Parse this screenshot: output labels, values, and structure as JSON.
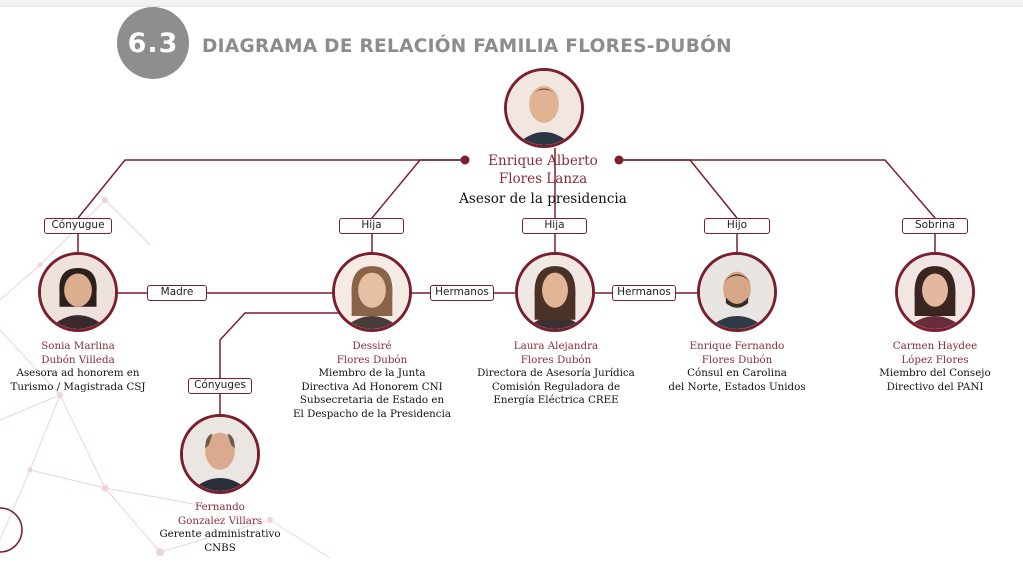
{
  "header": {
    "section_number": "6.3",
    "title": "DIAGRAMA DE RELACIÓN FAMILIA FLORES-DUBÓN"
  },
  "center": {
    "name_line1": "Enrique Alberto",
    "name_line2": "Flores Lanza",
    "role": "Asesor de la presidencia"
  },
  "relations": {
    "spouse": "Cónyugue",
    "daughter_1": "Hija",
    "daughter_2": "Hija",
    "son": "Hijo",
    "niece": "Sobrina",
    "mother": "Madre",
    "siblings_1": "Hermanos",
    "siblings_2": "Hermanos",
    "spouses": "Cónyuges"
  },
  "people": {
    "sonia": {
      "name_line1": "Sonia Marlina",
      "name_line2": "Dubón Villeda",
      "role_lines": [
        "Asesora ad honorem en",
        "Turismo / Magistrada CSJ"
      ]
    },
    "dessire": {
      "name_line1": "Dessiré",
      "name_line2": "Flores Dubón",
      "role_lines": [
        "Miembro de la Junta",
        "Directiva Ad Honorem CNI",
        "Subsecretaria de Estado en",
        "El Despacho de la Presidencia"
      ]
    },
    "laura": {
      "name_line1": "Laura Alejandra",
      "name_line2": "Flores Dubón",
      "role_lines": [
        "Directora de Asesoría Jurídica",
        "Comisión Reguladora de",
        "Energía Eléctrica  CREE"
      ]
    },
    "enrique_fernando": {
      "name_line1": "Enrique Fernando",
      "name_line2": "Flores Dubón",
      "role_lines": [
        "Cónsul en Carolina",
        "del Norte, Estados Unidos"
      ]
    },
    "carmen": {
      "name_line1": "Carmen Haydee",
      "name_line2": "López Flores",
      "role_lines": [
        "Miembro del Consejo",
        "Directivo del PANI"
      ]
    },
    "fernando": {
      "name_line1": "Fernando",
      "name_line2": "Gonzalez Villars",
      "role_lines": [
        "Gerente administrativo",
        "CNBS"
      ]
    }
  },
  "colors": {
    "accent": "#7a1f2e",
    "name_text": "#8a2c3b",
    "title_gray": "#8c8c8c",
    "badge_gray": "#8e8e8e",
    "decoration": "#e6c9cf"
  },
  "icons": {
    "portrait": "person-portrait-icon"
  }
}
